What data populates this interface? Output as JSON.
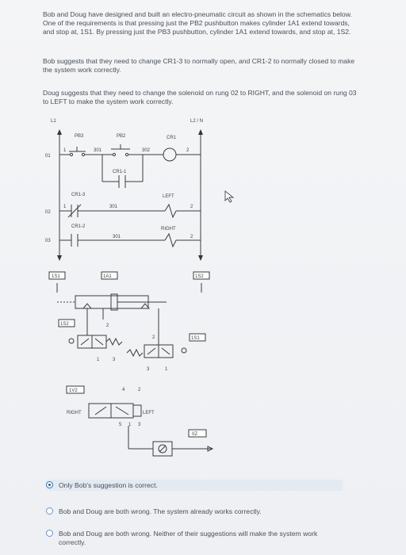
{
  "question": {
    "paragraphs": [
      "Bob and Doug have designed and built an electro-pneumatic circuit as shown in the schematics below. One of the requirements is that pressing just the PB2 pushbutton makes cylinder 1A1 extend towards, and stop at, 1S1. By pressing just the PB3 pushbutton, cylinder 1A1 extend towards, and stop at, 1S2.",
      "Bob suggests that they need to change CR1-3 to normally open, and CR1-2 to normally closed to make the system work correctly.",
      "Doug suggests that they need to change the solenoid on rung 02 to RIGHT, and the solenoid on rung 03 to LEFT to make the system work correctly."
    ]
  },
  "schematic": {
    "rail_left": "L1",
    "rail_right": "L2 / N",
    "rungs": [
      "01",
      "02",
      "03"
    ],
    "labels": {
      "pb3": "PB3",
      "pb2": "PB2",
      "cr1_coil": "CR1",
      "cr1_1": "CR1-1",
      "cr1_3": "CR1-3",
      "cr1_2": "CR1-2",
      "left": "LEFT",
      "right": "RIGHT",
      "w301": "301",
      "w302": "302",
      "n1": "1",
      "n2": "2",
      "s151": "1S1",
      "s152": "1S2",
      "a1a1": "1A1",
      "v1v2": "1V2",
      "p4": "4",
      "p2": "2",
      "p5": "5",
      "p1": "1",
      "p3": "3",
      "oz": "0Z"
    }
  },
  "options": [
    {
      "label": "Only Bob's suggestion is correct.",
      "selected": true
    },
    {
      "label": "Bob and Doug are both wrong. The system already works correctly.",
      "selected": false
    },
    {
      "label": "Bob and Doug are both wrong. Neither of their suggestions will make the system work correctly.",
      "selected": false
    }
  ],
  "colors": {
    "accent": "#2a6fba",
    "selected_bg": "#e3eaf2"
  }
}
